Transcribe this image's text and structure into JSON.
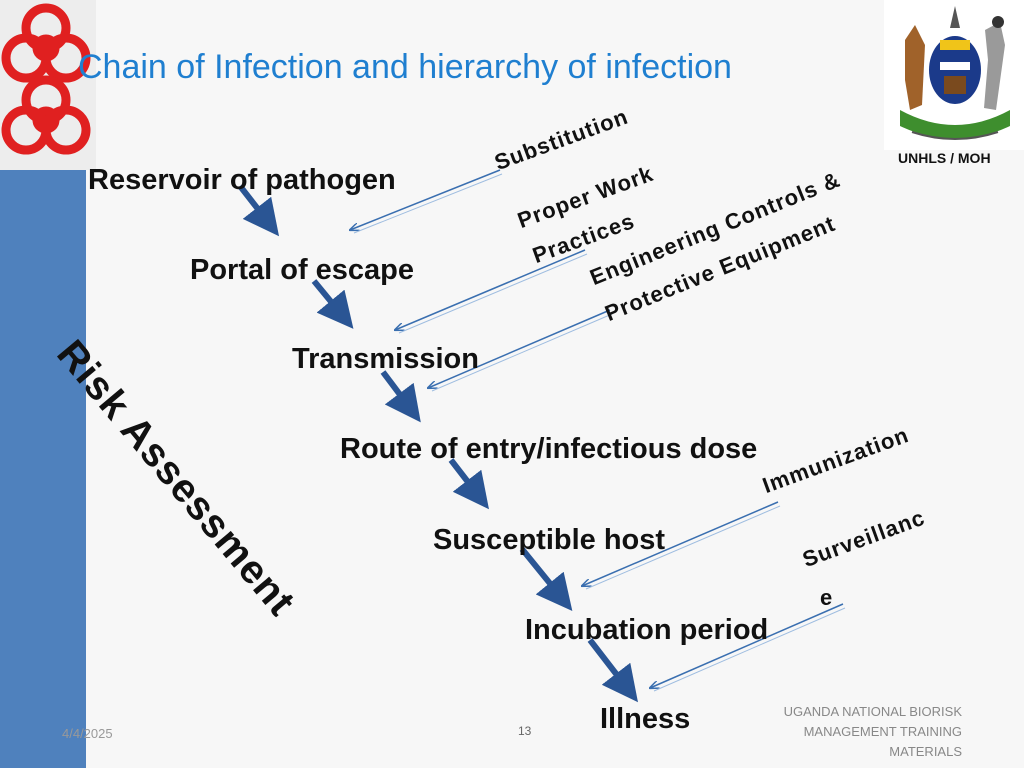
{
  "title": "Chain of Infection and hierarchy of infection",
  "org_label": "UNHLS / MOH",
  "side_label": "Risk Assessment",
  "chain": [
    "Reservoir of pathogen",
    "Portal of escape",
    "Transmission",
    "Route of entry/infectious dose",
    "Susceptible host",
    "Incubation period",
    "Illness"
  ],
  "controls": {
    "substitution": "Substitution",
    "proper_work_1": "Proper Work",
    "proper_work_2": "Practices",
    "engineering_1": "Engineering Controls &",
    "engineering_2": "Protective Equipment",
    "immunization": "Immunization",
    "surveillance_1": "Surveillanc",
    "surveillance_2": "e"
  },
  "footer": {
    "date": "4/4/2025",
    "page": "13",
    "org": "UGANDA NATIONAL BIORISK MANAGEMENT TRAINING MATERIALS"
  },
  "colors": {
    "title": "#1f7fd0",
    "band": "#4f81bd",
    "arrow_dark": "#2a5594",
    "arrow_thin": "#3a6fb0",
    "biohazard": "#e02020"
  },
  "icons": [
    "biohazard-icon",
    "coat-of-arms-logo"
  ]
}
